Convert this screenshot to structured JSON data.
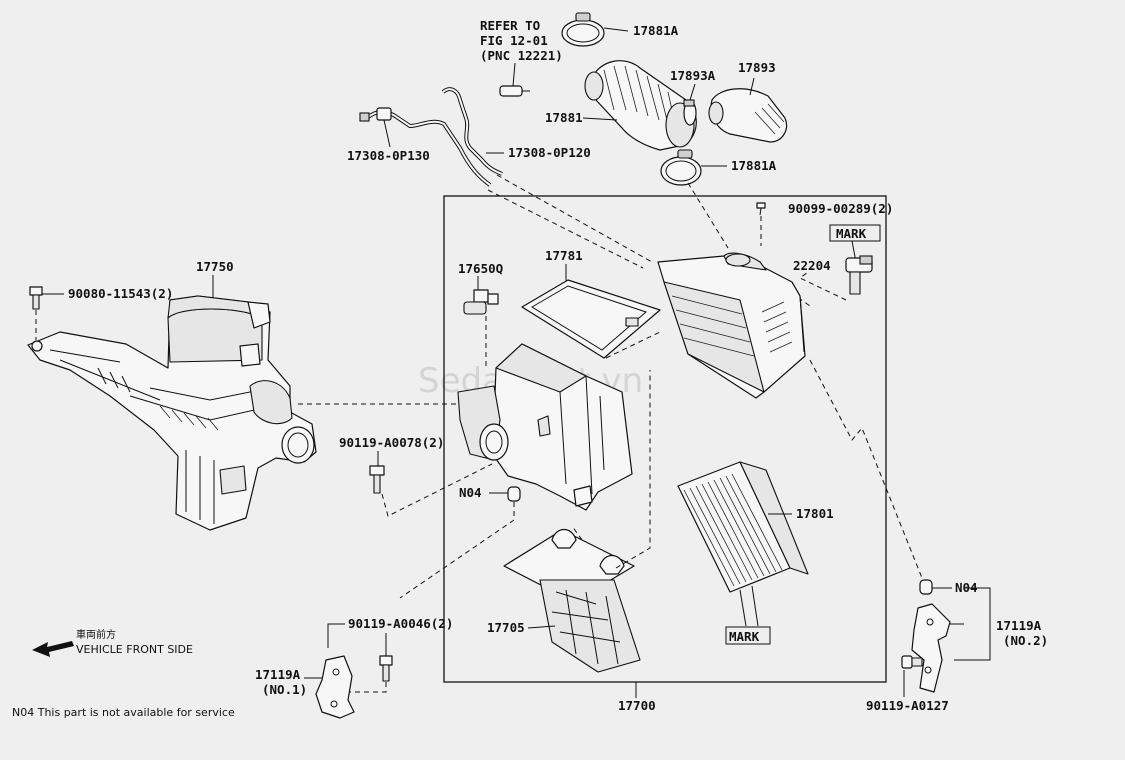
{
  "diagram": {
    "watermark": "SedanViet.vn",
    "labels": {
      "refer_line1": "REFER TO",
      "refer_line2": "FIG 12-01",
      "refer_line3": "(PNC 12221)",
      "p17881A_top": "17881A",
      "p17893A": "17893A",
      "p17893": "17893",
      "p17881": "17881",
      "p17881A_mid": "17881A",
      "p17308_0P130": "17308-0P130",
      "p17308_0P120": "17308-0P120",
      "p90099": "90099-00289(2)",
      "mark_top": "MARK",
      "p22204": "22204",
      "p17750": "17750",
      "p90080": "90080-11543(2)",
      "p17650Q": "17650Q",
      "p17781": "17781",
      "p90119_A0078": "90119-A0078(2)",
      "pN04_left": "N04",
      "p17801": "17801",
      "pN04_right": "N04",
      "p17119A_right": "17119A",
      "no2": "(NO.2)",
      "p90119_A0046": "90119-A0046(2)",
      "p17705": "17705",
      "mark_bottom": "MARK",
      "p17119A_left": "17119A",
      "no1": "(NO.1)",
      "p90119_A0127": "90119-A0127",
      "p17700": "17700",
      "front_jp": "車両前方",
      "front_en": "VEHICLE FRONT SIDE",
      "footnote": "N04 This part is not available for service"
    }
  }
}
